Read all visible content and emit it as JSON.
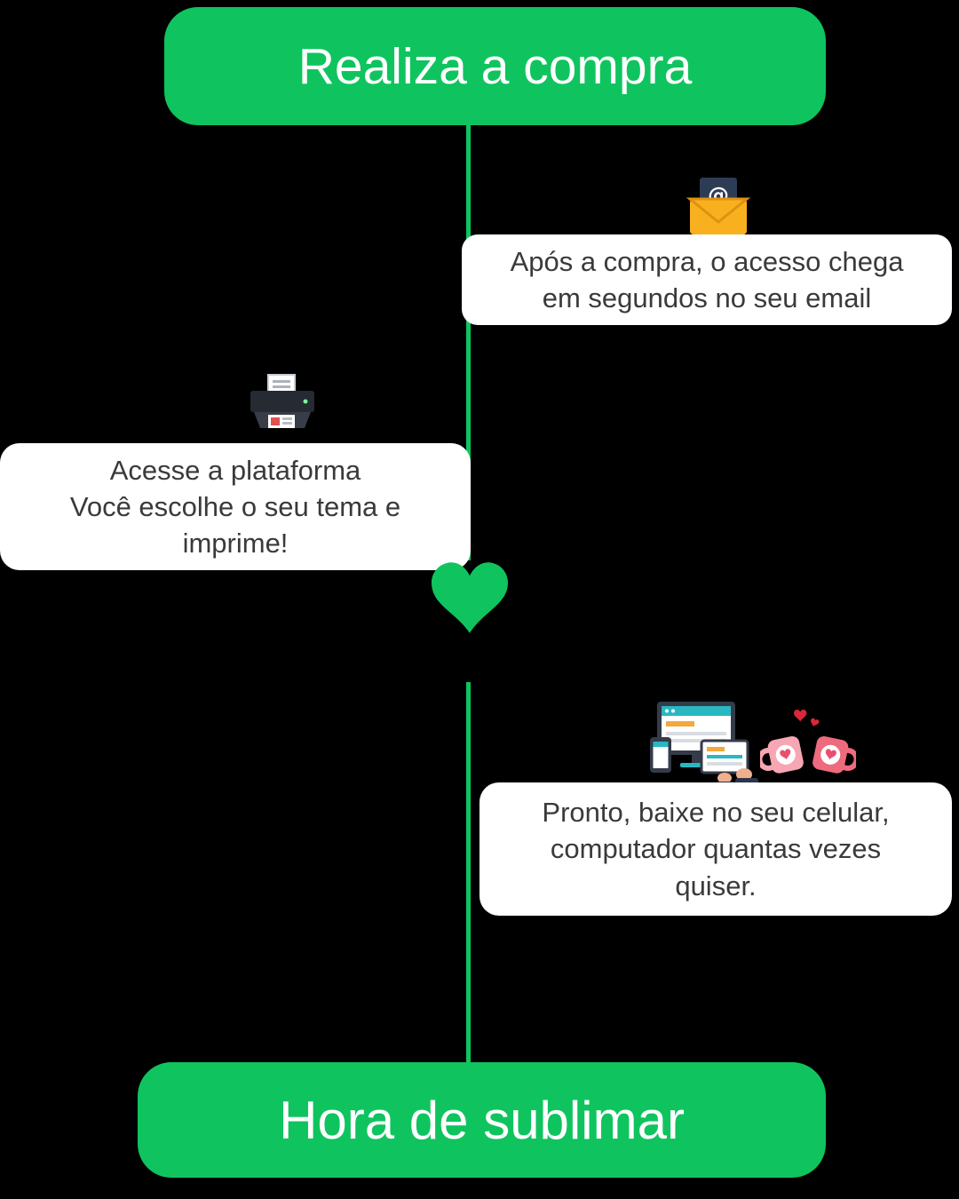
{
  "colors": {
    "background": "#000000",
    "accent_green": "#0FC45E",
    "card_background": "#FFFFFF",
    "card_text": "#3A3A3A",
    "node_text": "#FFFFFF"
  },
  "flow": {
    "start_label": "Realiza a compra",
    "end_label": "Hora de sublimar"
  },
  "steps": {
    "email": {
      "icon": "email-icon",
      "lines": [
        "Após a compra, o acesso chega",
        "em segundos no seu email"
      ]
    },
    "platform": {
      "icon": "printer-icon",
      "lines": [
        "Acesse a plataforma",
        "Você escolhe o seu tema e",
        "imprime!"
      ]
    },
    "download": {
      "icons": [
        "devices-icon",
        "mugs-icon"
      ],
      "lines": [
        "Pronto, baixe no seu celular,",
        "computador quantas vezes",
        "quiser."
      ]
    }
  },
  "icons": {
    "email_glyph": "@",
    "email": "envelope-with-at-letter",
    "printer": "printer",
    "devices": "computer-tablet-hands",
    "mugs": "toasting-mugs-with-hearts",
    "heart": "green-heart",
    "connector": "vertical-green-line"
  }
}
